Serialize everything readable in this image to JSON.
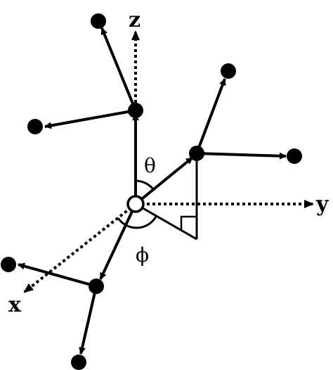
{
  "axes": {
    "x_label": "x",
    "y_label": "y",
    "z_label": "z"
  },
  "angles": {
    "theta_label": "θ",
    "phi_label": "ϕ"
  }
}
